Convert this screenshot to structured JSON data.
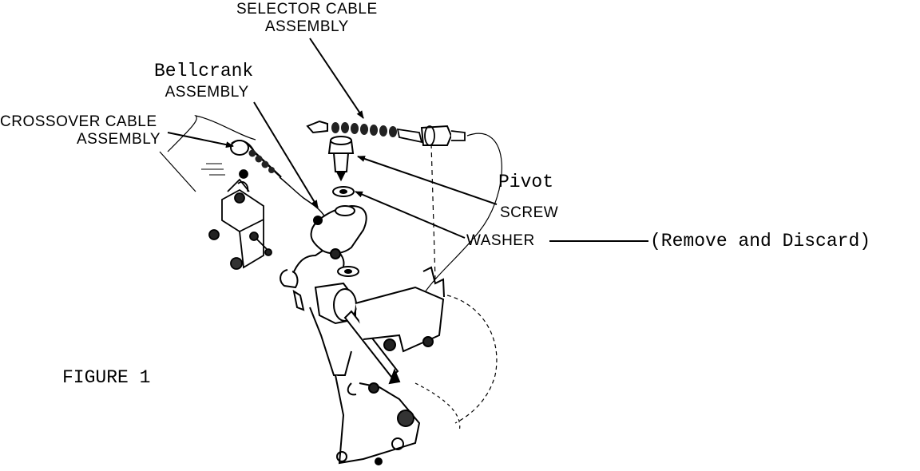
{
  "labels": {
    "selector_cable": [
      "SELECTOR CABLE",
      "ASSEMBLY"
    ],
    "bellcrank": [
      "Bellcrank",
      "ASSEMBLY"
    ],
    "crossover_cable": [
      "CROSSOVER CABLE",
      "ASSEMBLY"
    ],
    "pivot_word": "Pivot",
    "pivot_screw": "SCREW",
    "washer": "WASHER",
    "remove_note": "(Remove and Discard)",
    "figure": "FIGURE 1"
  },
  "colors": {
    "ink": "#000000",
    "paper": "#ffffff",
    "shade": "#3a3a3a"
  }
}
